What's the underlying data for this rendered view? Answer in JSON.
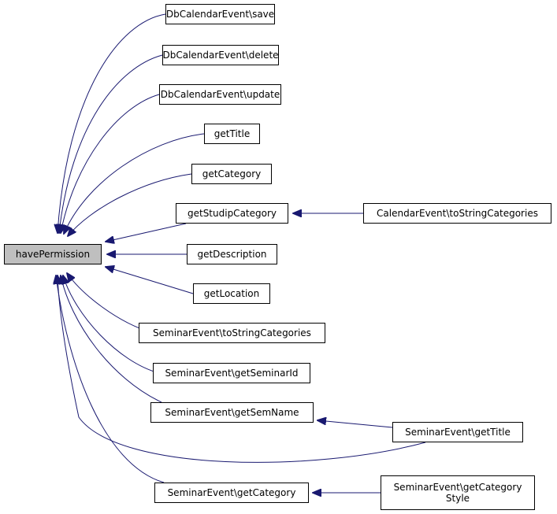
{
  "diagram": {
    "edge_color": "#191970",
    "root_fill": "#bfbfbf",
    "nodes": {
      "root": "havePermission",
      "n1": "DbCalendarEvent\\save",
      "n2": "DbCalendarEvent\\delete",
      "n3": "DbCalendarEvent\\update",
      "n4": "getTitle",
      "n5": "getCategory",
      "n6": "getStudipCategory",
      "n7": "CalendarEvent\\toStringCategories",
      "n8": "getDescription",
      "n9": "getLocation",
      "n10": "SeminarEvent\\toStringCategories",
      "n11": "SeminarEvent\\getSeminarId",
      "n12": "SeminarEvent\\getSemName",
      "n13": "SeminarEvent\\getTitle",
      "n14": "SeminarEvent\\getCategory",
      "n15": "SeminarEvent\\getCategory\nStyle"
    },
    "edges": [
      [
        "n1",
        "root"
      ],
      [
        "n2",
        "root"
      ],
      [
        "n3",
        "root"
      ],
      [
        "n4",
        "root"
      ],
      [
        "n5",
        "root"
      ],
      [
        "n6",
        "root"
      ],
      [
        "n8",
        "root"
      ],
      [
        "n9",
        "root"
      ],
      [
        "n10",
        "root"
      ],
      [
        "n11",
        "root"
      ],
      [
        "n12",
        "root"
      ],
      [
        "n13",
        "root"
      ],
      [
        "n14",
        "root"
      ],
      [
        "n7",
        "n6"
      ],
      [
        "n13",
        "n12"
      ],
      [
        "n15",
        "n14"
      ]
    ]
  }
}
